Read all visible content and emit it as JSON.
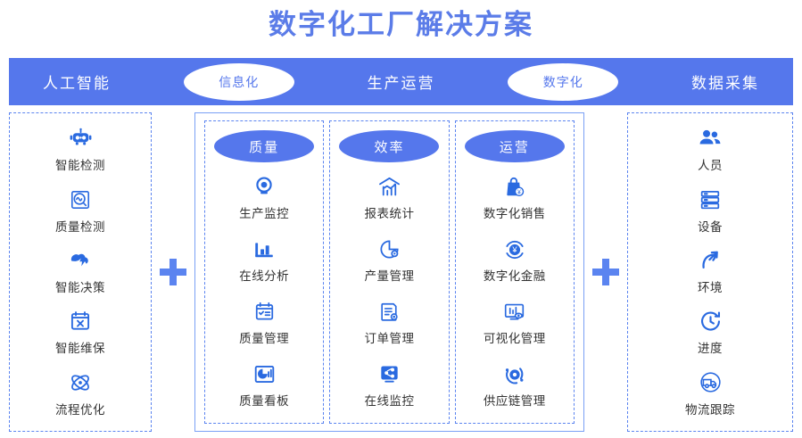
{
  "page": {
    "title": "数字化工厂解决方案",
    "accent_blue": "#5577ec",
    "title_blue": "#5b7ce8",
    "icon_blue": "#2a6ae0",
    "dashed_border": "#5b84f0",
    "label_color": "#333333"
  },
  "banner": {
    "items": [
      {
        "type": "text",
        "label": "人工智能"
      },
      {
        "type": "pill",
        "label": "信息化"
      },
      {
        "type": "text",
        "label": "生产运营"
      },
      {
        "type": "pill",
        "label": "数字化"
      },
      {
        "type": "text",
        "label": "数据采集"
      }
    ]
  },
  "left_column": {
    "items": [
      {
        "label": "智能检测",
        "icon": "robot-icon"
      },
      {
        "label": "质量检测",
        "icon": "gauge-meter-icon"
      },
      {
        "label": "智能决策",
        "icon": "brain-lightning-icon"
      },
      {
        "label": "智能维保",
        "icon": "clipboard-wrench-icon"
      },
      {
        "label": "流程优化",
        "icon": "atom-icon"
      }
    ]
  },
  "plus_left": {
    "label": "+"
  },
  "plus_right": {
    "label": "+"
  },
  "center": {
    "categories": [
      {
        "title": "质量",
        "items": [
          {
            "label": "生产监控",
            "icon": "camera-icon"
          },
          {
            "label": "在线分析",
            "icon": "bar-chart-icon"
          },
          {
            "label": "质量管理",
            "icon": "checklist-icon"
          },
          {
            "label": "质量看板",
            "icon": "dashboard-icon"
          }
        ]
      },
      {
        "title": "效率",
        "items": [
          {
            "label": "报表统计",
            "icon": "trend-chart-icon"
          },
          {
            "label": "产量管理",
            "icon": "pie-chart-icon"
          },
          {
            "label": "订单管理",
            "icon": "clipboard-gear-icon"
          },
          {
            "label": "在线监控",
            "icon": "share-node-icon"
          }
        ]
      },
      {
        "title": "运营",
        "items": [
          {
            "label": "数字化销售",
            "icon": "shopping-bag-yuan-icon"
          },
          {
            "label": "数字化金融",
            "icon": "yuan-circle-icon"
          },
          {
            "label": "可视化管理",
            "icon": "chart-eye-icon"
          },
          {
            "label": "供应链管理",
            "icon": "supply-chain-icon"
          }
        ]
      }
    ]
  },
  "right_column": {
    "items": [
      {
        "label": "人员",
        "icon": "people-icon"
      },
      {
        "label": "设备",
        "icon": "server-stack-icon"
      },
      {
        "label": "环境",
        "icon": "leaf-icon"
      },
      {
        "label": "进度",
        "icon": "clock-icon"
      },
      {
        "label": "物流跟踪",
        "icon": "truck-circle-icon"
      }
    ]
  }
}
